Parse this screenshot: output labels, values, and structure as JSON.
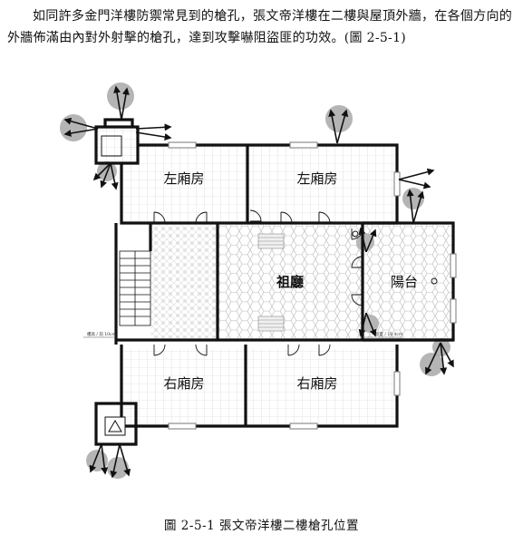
{
  "paragraph": "如同許多金門洋樓防禦常見到的槍孔，張文帝洋樓在二樓與屋頂外牆，在各個方向的外牆佈滿由內對外射擊的槍孔，達到攻擊嚇阻盜匪的功效。(圖 2-5-1)",
  "caption": "圖 2-5-1  張文帝洋樓二樓槍孔位置",
  "rooms": {
    "left_wing_1": "左廂房",
    "left_wing_2": "左廂房",
    "hall": "祖廳",
    "balcony": "陽台",
    "right_wing_1": "右廂房",
    "right_wing_2": "右廂房"
  },
  "dims": {
    "left": "樓高 / 前 10cm",
    "right": "高度 / 10.4cm"
  },
  "colors": {
    "wall": "#111111",
    "grid": "#d0d0d0",
    "hex_tile": "#b8b8b8",
    "loophole": "#9c9c9c"
  }
}
